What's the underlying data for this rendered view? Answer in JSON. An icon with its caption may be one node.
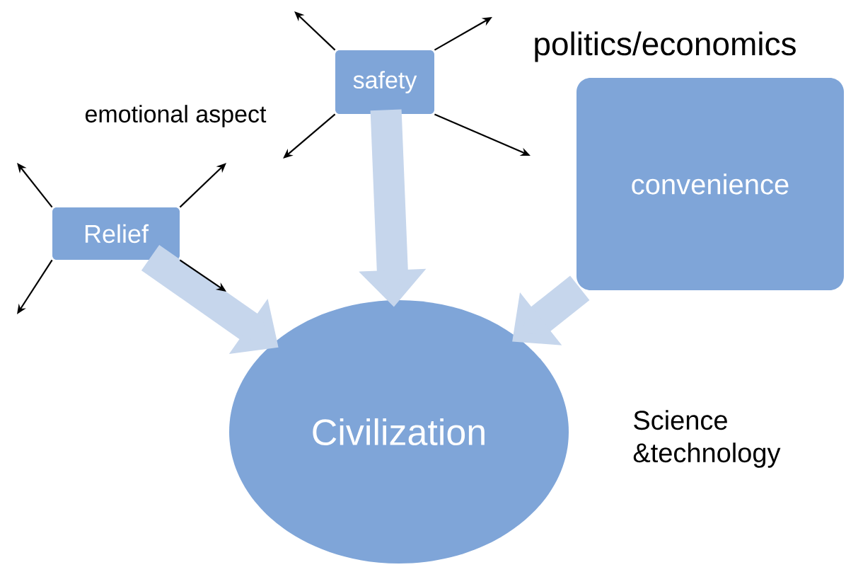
{
  "diagram": {
    "nodes": [
      {
        "text": [
          "safety"
        ]
      },
      {
        "text": [
          "Relief"
        ]
      },
      {
        "text": [
          "convenience"
        ]
      },
      {
        "text": [
          "Civilization"
        ]
      }
    ],
    "edges": [
      {
        "from": 1,
        "to": 3,
        "arrow": "to",
        "style": "thick",
        "color": "#c6d6ec"
      },
      {
        "from": 0,
        "to": 3,
        "arrow": "to",
        "style": "thick",
        "color": "#c6d6ec"
      },
      {
        "from": 2,
        "to": 3,
        "arrow": "to",
        "style": "thick",
        "color": "#c6d6ec"
      },
      {
        "from": 0,
        "to": null,
        "arrow": "to"
      },
      {
        "from": 0,
        "to": null,
        "arrow": "to"
      },
      {
        "from": 0,
        "to": null,
        "arrow": "to"
      },
      {
        "from": 0,
        "to": null,
        "arrow": "to"
      },
      {
        "from": 1,
        "to": null,
        "arrow": "to"
      },
      {
        "from": 1,
        "to": null,
        "arrow": "to"
      },
      {
        "from": 1,
        "to": null,
        "arrow": "to"
      },
      {
        "from": 1,
        "to": null,
        "arrow": "to"
      }
    ],
    "labels": [
      "emotional aspect",
      "politics/economics",
      "Science &technology"
    ]
  }
}
